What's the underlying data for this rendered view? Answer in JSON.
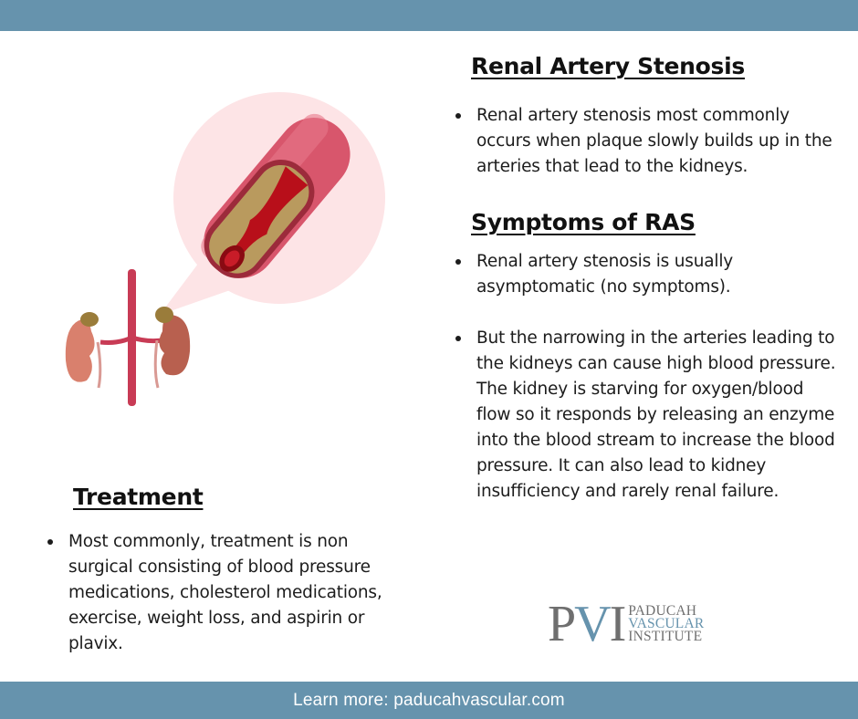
{
  "header_band": {
    "color": "#6693ad"
  },
  "sections": {
    "renal_artery_stenosis": {
      "title": "Renal Artery Stenosis",
      "bullets": [
        "Renal artery stenosis most commonly occurs when plaque slowly builds up in the arteries that lead to the kidneys."
      ]
    },
    "symptoms": {
      "title": "Symptoms of RAS",
      "bullets": [
        "Renal artery stenosis is usually asymptomatic (no symptoms).",
        "But the narrowing in the arteries leading to the kidneys can cause high blood pressure. The kidney is starving for oxygen/blood flow so it responds by releasing an enzyme into the blood stream to increase the blood pressure. It can also lead to kidney insufficiency and rarely renal failure."
      ]
    },
    "treatment": {
      "title": "Treatment",
      "bullets": [
        "Most commonly, treatment is non surgical consisting of blood pressure medications, cholesterol medications, exercise, weight loss, and aspirin or plavix."
      ]
    }
  },
  "illustration": {
    "description": "Kidneys with renal arteries and magnified cross-section of artery with plaque buildup",
    "colors": {
      "bubble": "#fde4e6",
      "artery": "#c8364f",
      "plaque": "#b99a5e",
      "blood": "#b80f1a",
      "kidney": "#d47a68"
    }
  },
  "logo": {
    "letters": [
      "P",
      "V",
      "I"
    ],
    "words": [
      "PADUCAH",
      "VASCULAR",
      "INSTITUTE"
    ],
    "colors": {
      "gray": "#6f6f6f",
      "blue": "#6693ad"
    }
  },
  "footer": {
    "text": "Learn more: paducahvascular.com",
    "color": "#6693ad"
  }
}
